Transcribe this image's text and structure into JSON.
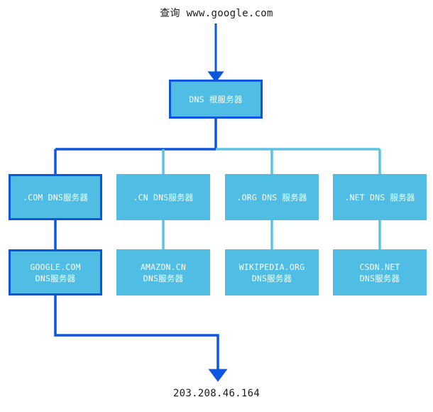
{
  "diagram": {
    "title_query": "查询 www.google.com",
    "result_ip": "203.208.46.164",
    "colors": {
      "node_fill": "#4FBDE4",
      "highlight_stroke": "#0B57E0",
      "normal_stroke": "#4FBDE4",
      "text": "#ffffff",
      "caption_text": "#1a1a1a"
    },
    "root": {
      "label": "DNS 根服务器",
      "highlighted": true
    },
    "tld_servers": [
      {
        "label": ".COM DNS服务器",
        "highlighted": true
      },
      {
        "label": ".CN DNS服务器",
        "highlighted": false
      },
      {
        "label": ".ORG DNS 服务器",
        "highlighted": false
      },
      {
        "label": ".NET DNS 服务器",
        "highlighted": false
      }
    ],
    "authoritative_servers": [
      {
        "line1": "GOOGLE.COM",
        "line2": "DNS服务器",
        "highlighted": true
      },
      {
        "line1": "AMAZON.CN",
        "line2": "DNS服务器",
        "highlighted": false
      },
      {
        "line1": "WIKIPEDIA.ORG",
        "line2": "DNS服务器",
        "highlighted": false
      },
      {
        "line1": "CSDN.NET",
        "line2": "DNS服务器",
        "highlighted": false
      }
    ]
  }
}
